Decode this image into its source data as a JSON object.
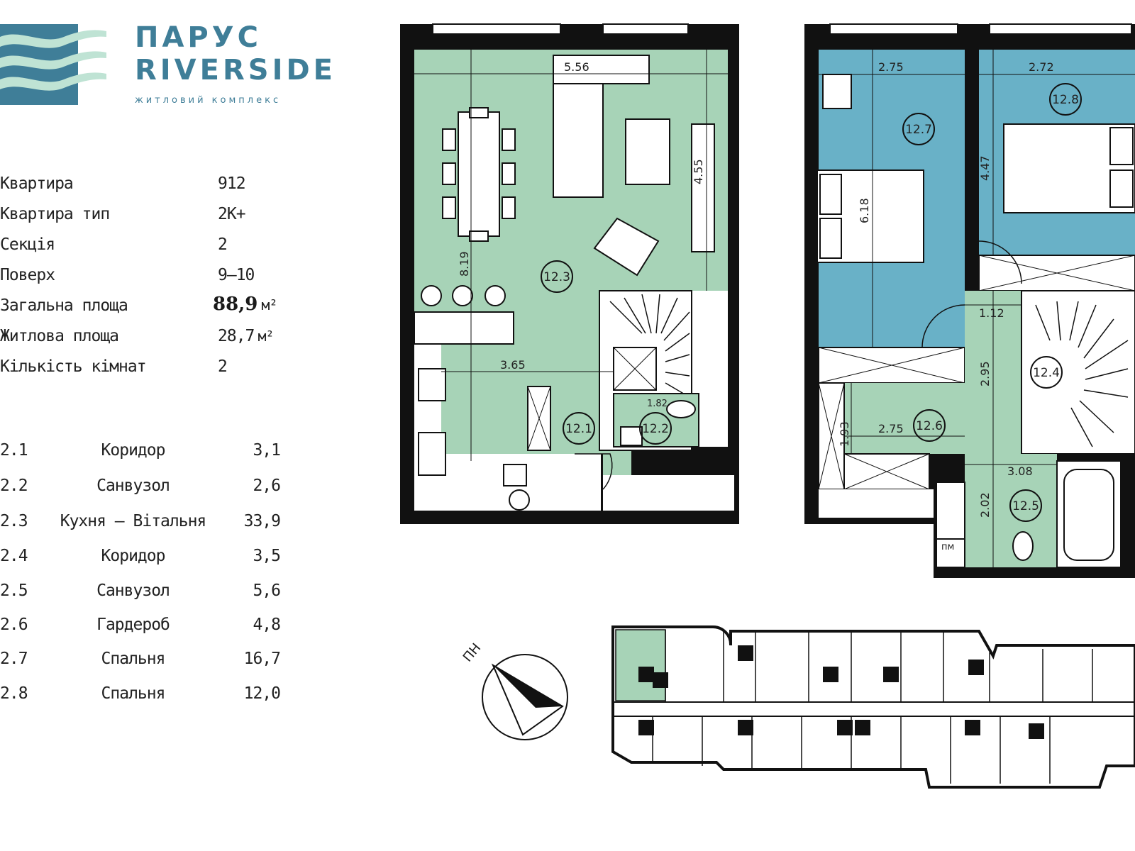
{
  "brand": {
    "name_line1": "ПАРУС",
    "name_line2": "RIVERSIDE",
    "subtitle": "житловий комплекс",
    "color": "#3f7e98"
  },
  "specs": [
    {
      "label": "Квартира",
      "value": "912"
    },
    {
      "label": "Квартира тип",
      "value": "2К+"
    },
    {
      "label": "Секція",
      "value": "2"
    },
    {
      "label": "Поверх",
      "value": "9–10"
    },
    {
      "label": "Загальна площа",
      "value": "88,9",
      "unit": "м²"
    },
    {
      "label": "Житлова площа",
      "value": "28,7",
      "unit": "м²"
    },
    {
      "label": "Кількість кімнат",
      "value": "2"
    }
  ],
  "rooms": [
    {
      "num": "2.1",
      "name": "Коридор",
      "area": "3,1"
    },
    {
      "num": "2.2",
      "name": "Санвузол",
      "area": "2,6"
    },
    {
      "num": "2.3",
      "name": "Кухня – Вітальня",
      "area": "33,9"
    },
    {
      "num": "2.4",
      "name": "Коридор",
      "area": "3,5"
    },
    {
      "num": "2.5",
      "name": "Санвузол",
      "area": "5,6"
    },
    {
      "num": "2.6",
      "name": "Гардероб",
      "area": "4,8"
    },
    {
      "num": "2.7",
      "name": "Спальня",
      "area": "16,7"
    },
    {
      "num": "2.8",
      "name": "Спальня",
      "area": "12,0"
    }
  ],
  "plan_left": {
    "room_labels": [
      "12.3",
      "12.1",
      "12.2"
    ],
    "dims": {
      "width_top": "5.56",
      "height_right": "4.55",
      "height_left": "8.19",
      "width_mid": "3.65",
      "small": "1.82"
    }
  },
  "plan_right": {
    "room_labels": [
      "12.7",
      "12.8",
      "12.4",
      "12.6",
      "12.5"
    ],
    "dims": {
      "w1": "2.75",
      "w2": "2.72",
      "h1": "6.18",
      "h2": "4.47",
      "c1": "1.12",
      "c2": "2.95",
      "g1": "1.93",
      "g2": "2.75",
      "b1": "3.08",
      "b2": "2.02"
    },
    "pm_label": "пм"
  },
  "compass": {
    "label": "ПН"
  },
  "colors": {
    "green": "#a7d3b7",
    "blue": "#69b1c7",
    "wall": "#111111"
  }
}
